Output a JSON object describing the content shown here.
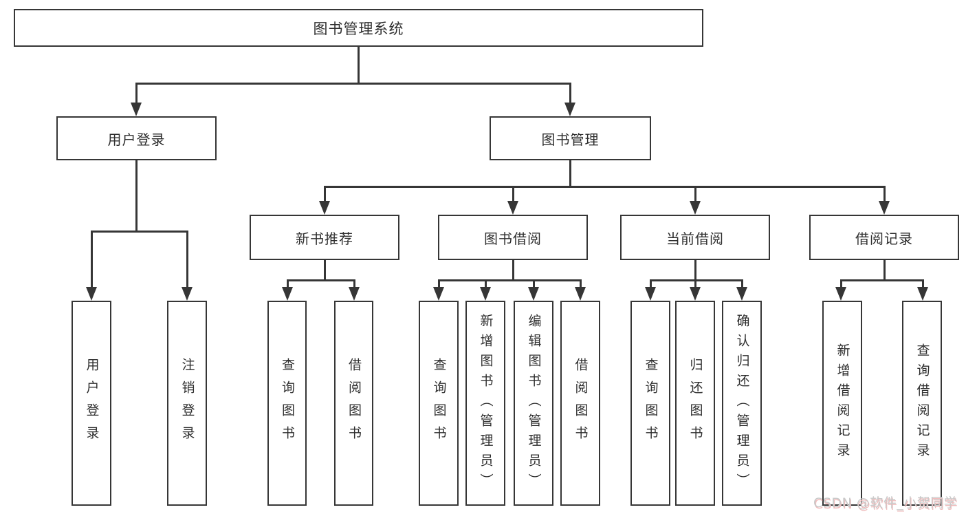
{
  "tree": {
    "root": {
      "label": "图书管理系统"
    },
    "level2": [
      {
        "label": "用户登录"
      },
      {
        "label": "图书管理"
      }
    ],
    "level3": [
      {
        "label": "新书推荐"
      },
      {
        "label": "图书借阅"
      },
      {
        "label": "当前借阅"
      },
      {
        "label": "借阅记录"
      }
    ],
    "leaves": {
      "user_login": [
        {
          "label": "用户登录"
        },
        {
          "label": "注销登录"
        }
      ],
      "new_book": [
        {
          "label": "查询图书"
        },
        {
          "label": "借阅图书"
        }
      ],
      "book_borrow": [
        {
          "label": "查询图书"
        },
        {
          "label": "新增图书（管理员）"
        },
        {
          "label": "编辑图书（管理员）"
        },
        {
          "label": "借阅图书"
        }
      ],
      "current_borrow": [
        {
          "label": "查询图书"
        },
        {
          "label": "归还图书"
        },
        {
          "label": "确认归还（管理员）"
        }
      ],
      "borrow_record": [
        {
          "label": "新增借阅记录"
        },
        {
          "label": "查询借阅记录"
        }
      ]
    }
  },
  "watermark": {
    "text": "CSDN @软件_小贺同学"
  },
  "colors": {
    "line": "#363636",
    "text": "#2e2e2e",
    "background": "#ffffff",
    "watermark": "#c9c9c9",
    "watermark_shadow": "#f0bcbc"
  }
}
